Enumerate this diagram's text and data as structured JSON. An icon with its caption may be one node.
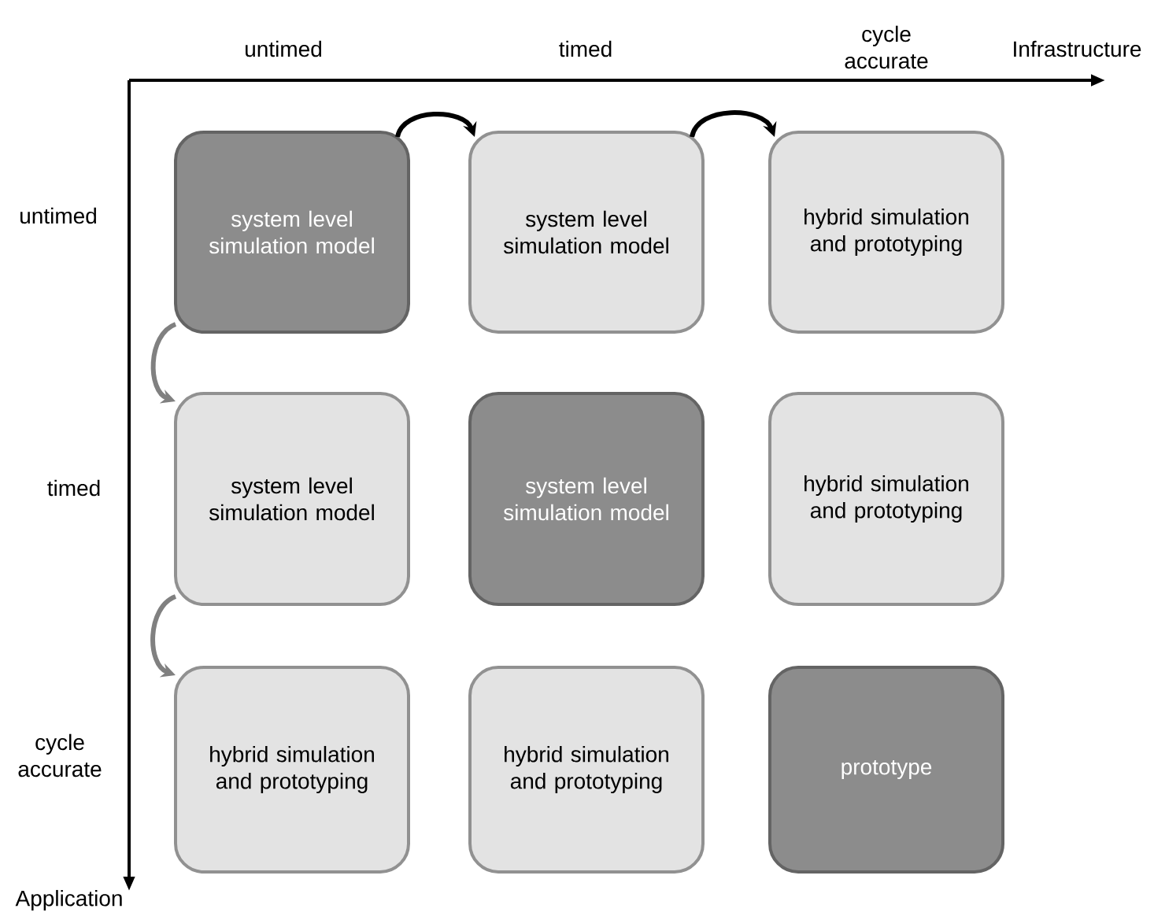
{
  "diagram": {
    "nodes": [
      {
        "text": [
          "system level simulation model"
        ]
      },
      {
        "text": [
          "system level simulation model"
        ]
      },
      {
        "text": [
          "hybrid simulation and prototyping"
        ]
      },
      {
        "text": [
          "system level simulation model"
        ]
      },
      {
        "text": [
          "system level simulation model"
        ]
      },
      {
        "text": [
          "hybrid simulation and prototyping"
        ]
      },
      {
        "text": [
          "hybrid simulation and prototyping"
        ]
      },
      {
        "text": [
          "hybrid simulation and prototyping"
        ]
      },
      {
        "text": [
          "prototype"
        ]
      }
    ],
    "edges": [
      {
        "from": 0,
        "to": 1,
        "arrow": "to"
      },
      {
        "from": 1,
        "to": 2,
        "arrow": "to"
      },
      {
        "from": 0,
        "to": 3,
        "arrow": "to",
        "color": "#808080"
      },
      {
        "from": 3,
        "to": 6,
        "arrow": "to",
        "color": "#808080"
      }
    ],
    "labels": [
      "untimed",
      "timed",
      "cycle accurate",
      "Infrastructure",
      "untimed",
      "timed",
      "cycle accurate",
      "Application"
    ]
  }
}
